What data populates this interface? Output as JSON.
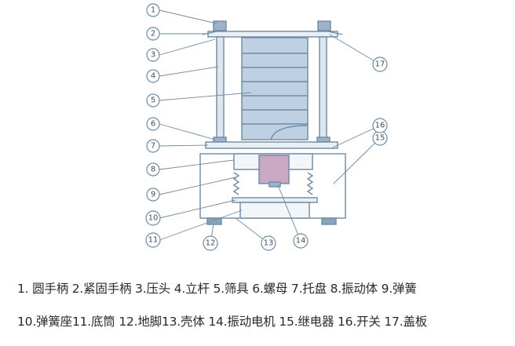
{
  "parts": [
    {
      "id": "1",
      "name": "圆手柄"
    },
    {
      "id": "2",
      "name": "紧固手柄"
    },
    {
      "id": "3",
      "name": "压头"
    },
    {
      "id": "4",
      "name": "立杆"
    },
    {
      "id": "5",
      "name": "筛具"
    },
    {
      "id": "6",
      "name": "螺母"
    },
    {
      "id": "7",
      "name": "托盘"
    },
    {
      "id": "8",
      "name": "振动体"
    },
    {
      "id": "9",
      "name": "弹簧"
    },
    {
      "id": "10",
      "name": "弹簧座"
    },
    {
      "id": "11",
      "name": "底筒"
    },
    {
      "id": "12",
      "name": "地脚"
    },
    {
      "id": "13",
      "name": "壳体"
    },
    {
      "id": "14",
      "name": "振动电机"
    },
    {
      "id": "15",
      "name": "继电器"
    },
    {
      "id": "16",
      "name": "开关"
    },
    {
      "id": "17",
      "name": "盖板"
    }
  ],
  "caption": {
    "line1": "1.    圆手柄 2.紧固手柄 3.压头 4.立杆 5.筛具 6.螺母 7.托盘 8.振动体 9.弹簧",
    "line2": "10.弹簧座11.底筒 12.地脚13.壳体 14.振动电机 15.继电器 16.开关 17.盖板"
  },
  "colors": {
    "line": "#6f8aa4",
    "sieve": "#bfd0e2",
    "motor": "#c9a9c4",
    "body": "#ffffff",
    "pad": "#8aa3bb"
  }
}
